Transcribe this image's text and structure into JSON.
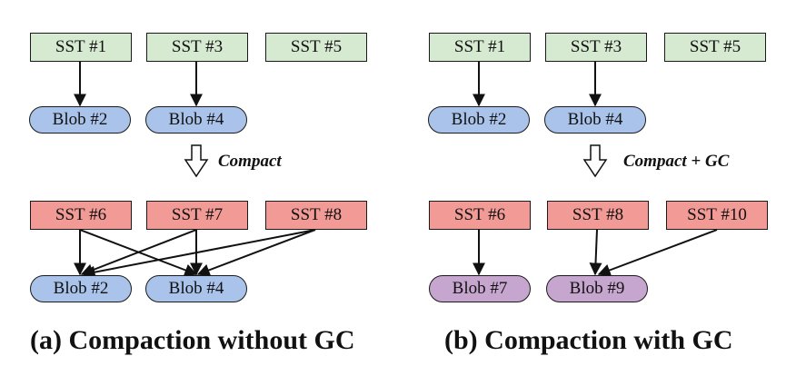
{
  "left": {
    "top_ssts": [
      "SST #1",
      "SST #3",
      "SST #5"
    ],
    "top_blobs": [
      "Blob #2",
      "Blob #4"
    ],
    "operation": "Compact",
    "bottom_ssts": [
      "SST #6",
      "SST #7",
      "SST #8"
    ],
    "bottom_blobs": [
      "Blob #2",
      "Blob #4"
    ],
    "caption": "(a) Compaction without GC"
  },
  "right": {
    "top_ssts": [
      "SST #1",
      "SST #3",
      "SST #5"
    ],
    "top_blobs": [
      "Blob #2",
      "Blob #4"
    ],
    "operation": "Compact + GC",
    "bottom_ssts": [
      "SST #6",
      "SST #8",
      "SST #10"
    ],
    "bottom_blobs": [
      "Blob #7",
      "Blob #9"
    ],
    "caption": "(b) Compaction with GC"
  },
  "colors": {
    "sst_before": "#d6ead2",
    "sst_after": "#f29a96",
    "blob_existing": "#a9c3ea",
    "blob_new": "#c6a6cf"
  }
}
